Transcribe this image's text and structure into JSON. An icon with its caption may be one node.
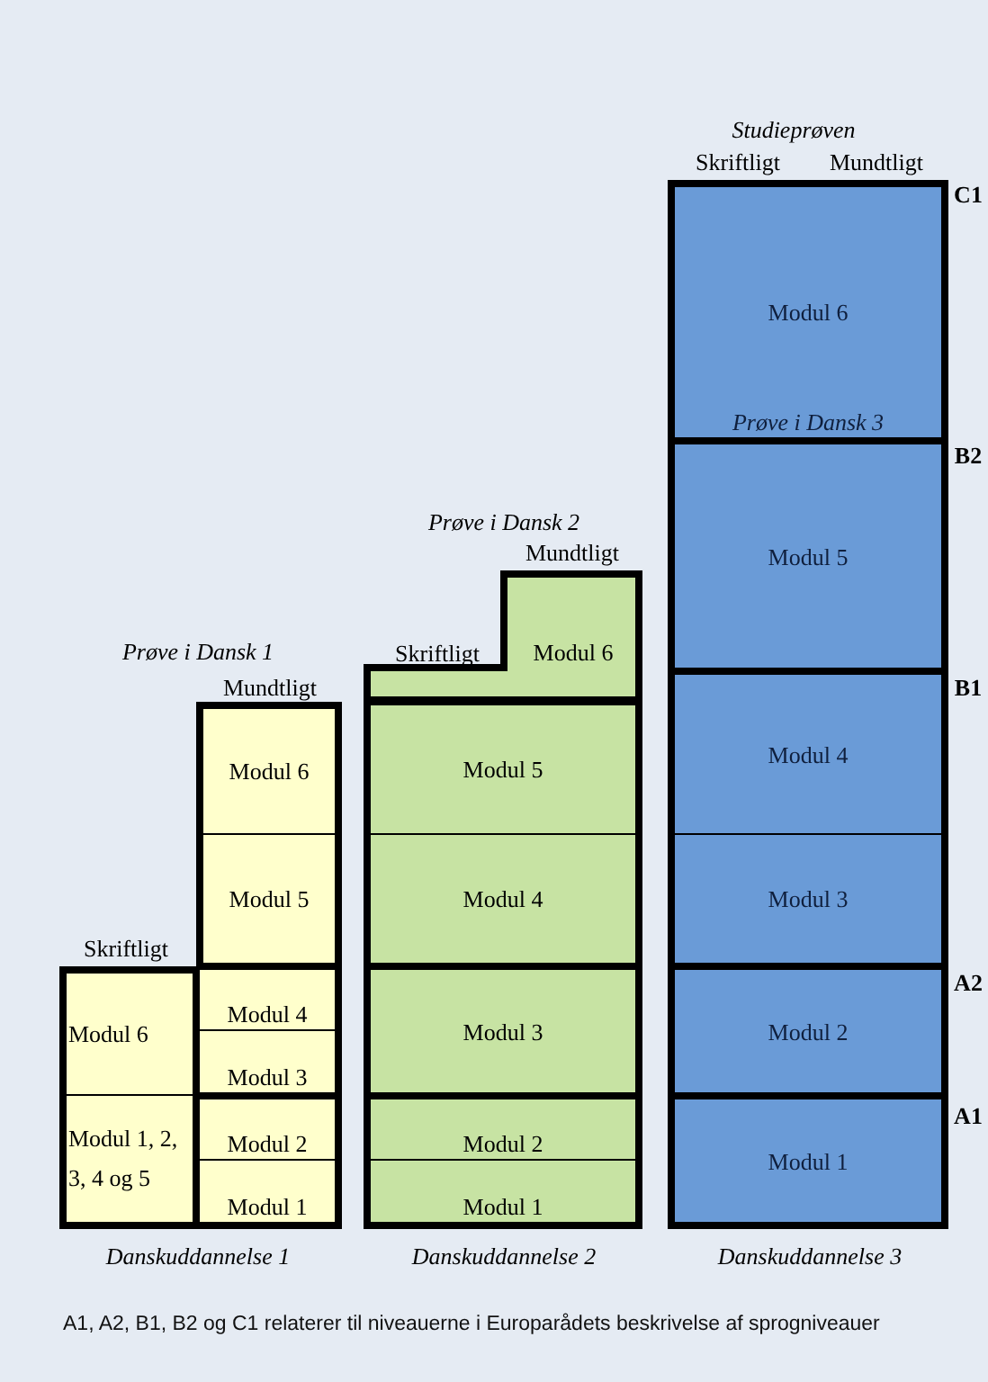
{
  "diagram": {
    "nodes": [
      {
        "text": [
          "Modul 6"
        ]
      },
      {
        "text": [
          "Modul 5"
        ]
      },
      {
        "text": [
          "Modul 6"
        ]
      },
      {
        "text": [
          "Modul 4"
        ]
      },
      {
        "text": [
          "Modul 3"
        ]
      },
      {
        "text": [
          "Modul 1, 2, 3, 4 og 5"
        ]
      },
      {
        "text": [
          "Modul 2"
        ]
      },
      {
        "text": [
          "Modul 1"
        ]
      },
      {
        "text": [
          "Modul 6"
        ]
      },
      {
        "text": [
          "Modul 5"
        ]
      },
      {
        "text": [
          "Modul 4"
        ]
      },
      {
        "text": [
          "Modul 3"
        ]
      },
      {
        "text": [
          "Modul 2"
        ]
      },
      {
        "text": [
          "Modul 1"
        ]
      },
      {
        "text": [
          "Modul 6",
          "Prøve i Dansk 3"
        ]
      },
      {
        "text": [
          "Modul 5"
        ]
      },
      {
        "text": [
          "Modul 4"
        ]
      },
      {
        "text": [
          "Modul 3"
        ]
      },
      {
        "text": [
          "Modul 2"
        ]
      },
      {
        "text": [
          "Modul 1"
        ]
      }
    ],
    "edges": [],
    "labels": [
      "Studieprøven",
      "Skriftligt",
      "Mundtligt",
      "C1",
      "B2",
      "Prøve i Dansk 2",
      "Mundtligt",
      "Prøve i Dansk 1",
      "Skriftligt",
      "Mundtligt",
      "B1",
      "Skriftligt",
      "A2",
      "A1",
      "Danskuddannelse 1",
      "Danskuddannelse 2",
      "Danskuddannelse 3"
    ],
    "caption": "A1, A2, B1, B2 og C1 relaterer til niveauerne i Europarådets beskrivelse af sprogniveauer"
  }
}
